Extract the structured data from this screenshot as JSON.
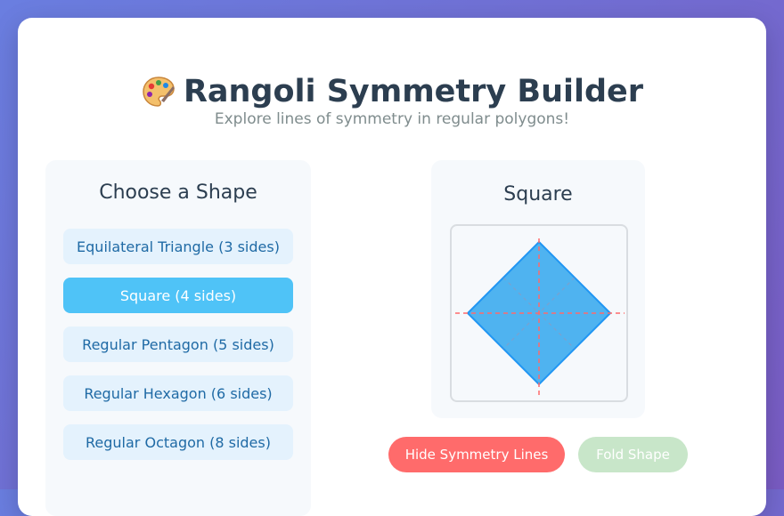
{
  "header": {
    "title": "Rangoli Symmetry Builder",
    "subtitle": "Explore lines of symmetry in regular polygons!",
    "icon": "palette-icon"
  },
  "shape_panel": {
    "title": "Choose a Shape",
    "shapes": [
      {
        "label": "Equilateral Triangle (3 sides)",
        "active": false
      },
      {
        "label": "Square (4 sides)",
        "active": true
      },
      {
        "label": "Regular Pentagon (5 sides)",
        "active": false
      },
      {
        "label": "Regular Hexagon (6 sides)",
        "active": false
      },
      {
        "label": "Regular Octagon (8 sides)",
        "active": false
      }
    ]
  },
  "viewer": {
    "title": "Square",
    "sides": 4,
    "symmetry_lines_visible": true,
    "shape_fill": "#4fb3f0",
    "shape_stroke": "#2196f3",
    "symmetry_line_color": "#ff6b6b"
  },
  "actions": {
    "hide_symmetry_label": "Hide Symmetry Lines",
    "fold_label": "Fold Shape"
  },
  "colors": {
    "accent": "#4fc3f7",
    "danger": "#ff6b6b",
    "success_light": "#c8e6c9",
    "heading": "#2c3e50"
  }
}
